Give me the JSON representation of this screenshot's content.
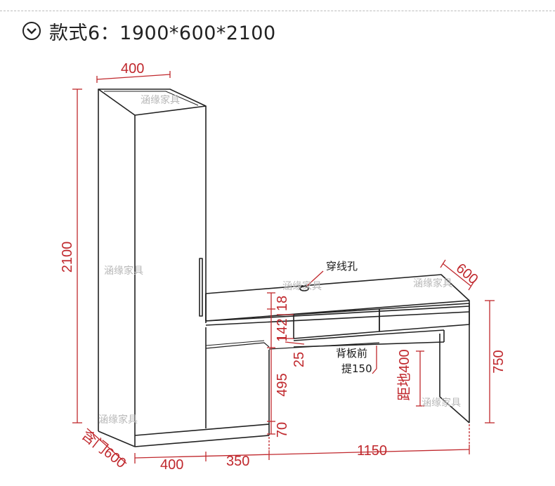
{
  "header": {
    "icon": "circle-chevron-down-icon",
    "title": "款式6：1900*600*2100"
  },
  "colors": {
    "dimension": "#c0282d",
    "outline": "#222222",
    "watermark": "#b8b8b8",
    "rule": "#bbbbbb"
  },
  "dimensions": {
    "top_width": "400",
    "total_height": "2100",
    "desk_depth": "600",
    "desk_height": "750",
    "bottom_door_depth": "含门600",
    "bottom_left": "400",
    "bottom_middle": "350",
    "bottom_right": "1150",
    "top_thickness": "18",
    "drawer_height": "142",
    "back_gap": "25",
    "cabinet_height": "495",
    "base_height": "70",
    "floor_clearance": "距地400"
  },
  "labels": {
    "cable_hole": "穿线孔",
    "back_panel_line1": "背板前",
    "back_panel_line2": "提150"
  },
  "watermarks": [
    "涵缘家具",
    "涵缘家具",
    "涵缘家具",
    "涵缘家具",
    "涵缘家具"
  ]
}
